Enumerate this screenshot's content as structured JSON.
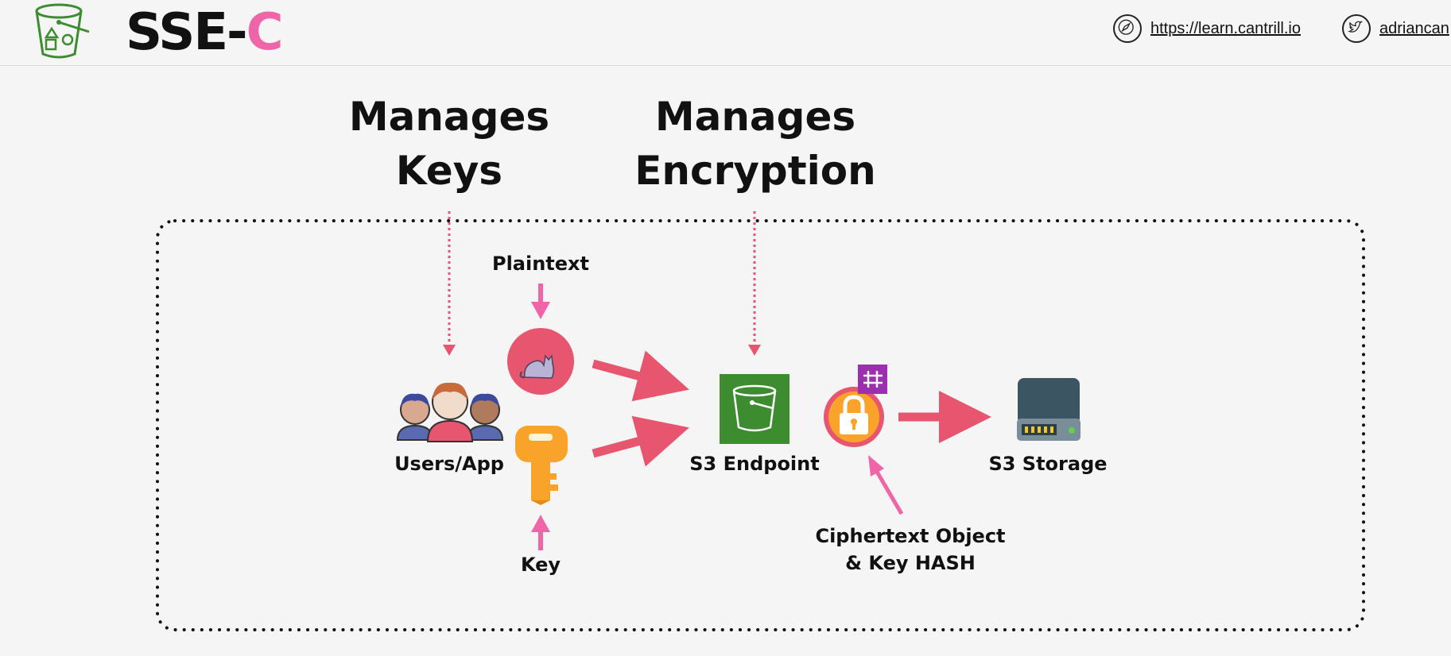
{
  "header": {
    "title_prefix": "SSE-",
    "title_accent": "C",
    "website_icon": "compass-icon",
    "website": "https://learn.cantrill.io",
    "social_icon": "twitter-icon",
    "social": "adriancan"
  },
  "headings": {
    "keys_line1": "Manages",
    "keys_line2": "Keys",
    "encryption_line1": "Manages",
    "encryption_line2": "Encryption"
  },
  "labels": {
    "plaintext": "Plaintext",
    "users_app": "Users/App",
    "key": "Key",
    "s3_endpoint": "S3 Endpoint",
    "s3_storage": "S3 Storage",
    "ciphertext_line1": "Ciphertext Object",
    "ciphertext_line2": "& Key HASH"
  },
  "icons": {
    "logo": "s3-bucket-icon",
    "plaintext": "cat-icon",
    "users": "users-group-icon",
    "key": "key-icon",
    "endpoint": "s3-bucket-icon",
    "lock": "padlock-icon",
    "hash": "hash-icon",
    "storage": "hard-drive-icon"
  },
  "colors": {
    "accent_pink": "#f064a8",
    "arrow_red": "#e8556f",
    "s3_green": "#3d8c2f",
    "key_orange": "#f9a32a",
    "hash_purple": "#9b2fae",
    "drive_slate": "#3b5563"
  }
}
